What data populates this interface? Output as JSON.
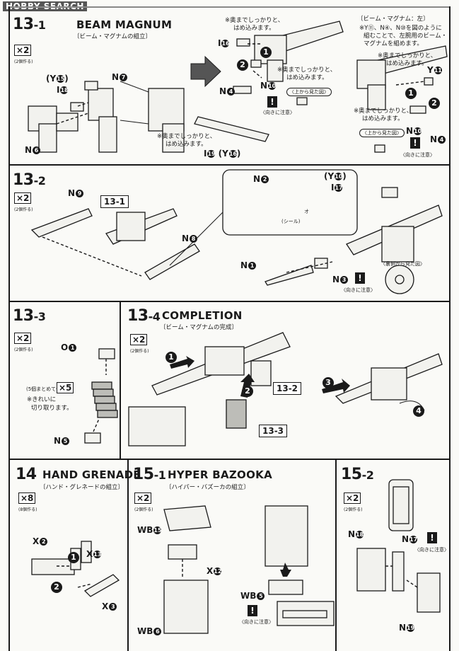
{
  "watermark": "HOBBY SEARCH",
  "steps": {
    "s13_1": {
      "num": "13",
      "sub": "-1",
      "title": "BEAM MAGNUM",
      "subtitle": "〔ビーム・マグナムの組立〕",
      "qty": "×2",
      "qty_note": "(2個作る)"
    },
    "s13_1b": {
      "subtitle": "〔ビーム・マグナム：左〕",
      "note1": "※Y⑪、N④、N⑩を図のように",
      "note2": "組むことで、左腕用のビーム・",
      "note3": "マグナムを組めます。"
    },
    "s13_2": {
      "num": "13",
      "sub": "-2",
      "qty": "×2",
      "qty_note": "(2個作る)"
    },
    "s13_3": {
      "num": "13",
      "sub": "-3",
      "qty": "×2",
      "qty_note": "(2個作る)"
    },
    "s13_4": {
      "num": "13",
      "sub": "-4",
      "title": "COMPLETION",
      "subtitle": "〔ビーム・マグナムの完成〕",
      "qty": "×2",
      "qty_note": "(2個作る)"
    },
    "s14": {
      "num": "14",
      "title": "HAND GRENADE",
      "subtitle": "〔ハンド・グレネードの組立〕",
      "qty": "×8",
      "qty_note": "(8個作る)"
    },
    "s15_1": {
      "num": "15",
      "sub": "-1",
      "title": "HYPER BAZOOKA",
      "subtitle": "〔ハイパー・バズーカの組立〕",
      "qty": "×2",
      "qty_note": "(2個作る)"
    },
    "s15_2": {
      "num": "15",
      "sub": "-2",
      "qty": "×2",
      "qty_note": "(2個作る)"
    }
  },
  "notes": {
    "push_in_a": "※奥までしっかりと、",
    "push_in_b": "はめ込みます。",
    "view_top": "〈上から見た図〉",
    "view_back": "〈裏側から見た図〉",
    "orientation": "〈向きに注意〉",
    "seal": "(シール)",
    "cut_a": "※きれいに",
    "cut_b": "切り取ります。",
    "make5": "(5個まとめて作る)",
    "seal_o": "オ"
  },
  "parts": {
    "I16": "I",
    "N7": "N",
    "Y15": "(Y",
    "I18": "I",
    "N6": "N",
    "N4": "N",
    "N10": "N",
    "I19": "I",
    "Y16": "(Y",
    "Y11": "Y",
    "N9": "N",
    "N8": "N",
    "N2": "N",
    "Y10": "(Y",
    "I17": "I",
    "N1": "N",
    "N3": "N",
    "O1": "O",
    "N5": "N",
    "X2": "X",
    "X13": "X",
    "X3": "X",
    "WB15": "WB",
    "X12": "X",
    "WB5": "WB",
    "WB6": "WB",
    "N18": "N",
    "N17": "N",
    "N19": "N"
  },
  "refs": {
    "r13_1": "13-1",
    "r13_2": "13-2",
    "r13_3": "13-3"
  },
  "qty5": "×5"
}
